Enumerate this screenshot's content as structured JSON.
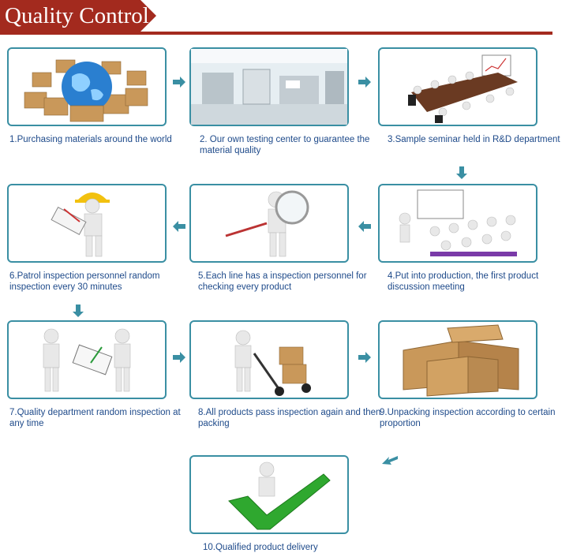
{
  "header": {
    "title": "Quality Control",
    "accent_color": "#a32a1e"
  },
  "steps": [
    {
      "caption": "1.Purchasing materials around the world"
    },
    {
      "caption": "2.  Our own testing center to guarantee the material quality"
    },
    {
      "caption": "3.Sample seminar held in R&D department"
    },
    {
      "caption": "4.Put into production, the first product discussion meeting"
    },
    {
      "caption": "5.Each line has a inspection personnel for checking every product"
    },
    {
      "caption": "6.Patrol inspection personnel random inspection every 30 minutes"
    },
    {
      "caption": "7.Quality department random inspection at any time"
    },
    {
      "caption": "8.All products pass inspection again and then packing"
    },
    {
      "caption": "9.Unpacking inspection according to certain proportion"
    },
    {
      "caption": "10.Qualified product delivery"
    }
  ],
  "colors": {
    "card_border": "#3a8fa3",
    "arrow": "#3a8fa3",
    "caption_text": "#1e4a8a"
  }
}
